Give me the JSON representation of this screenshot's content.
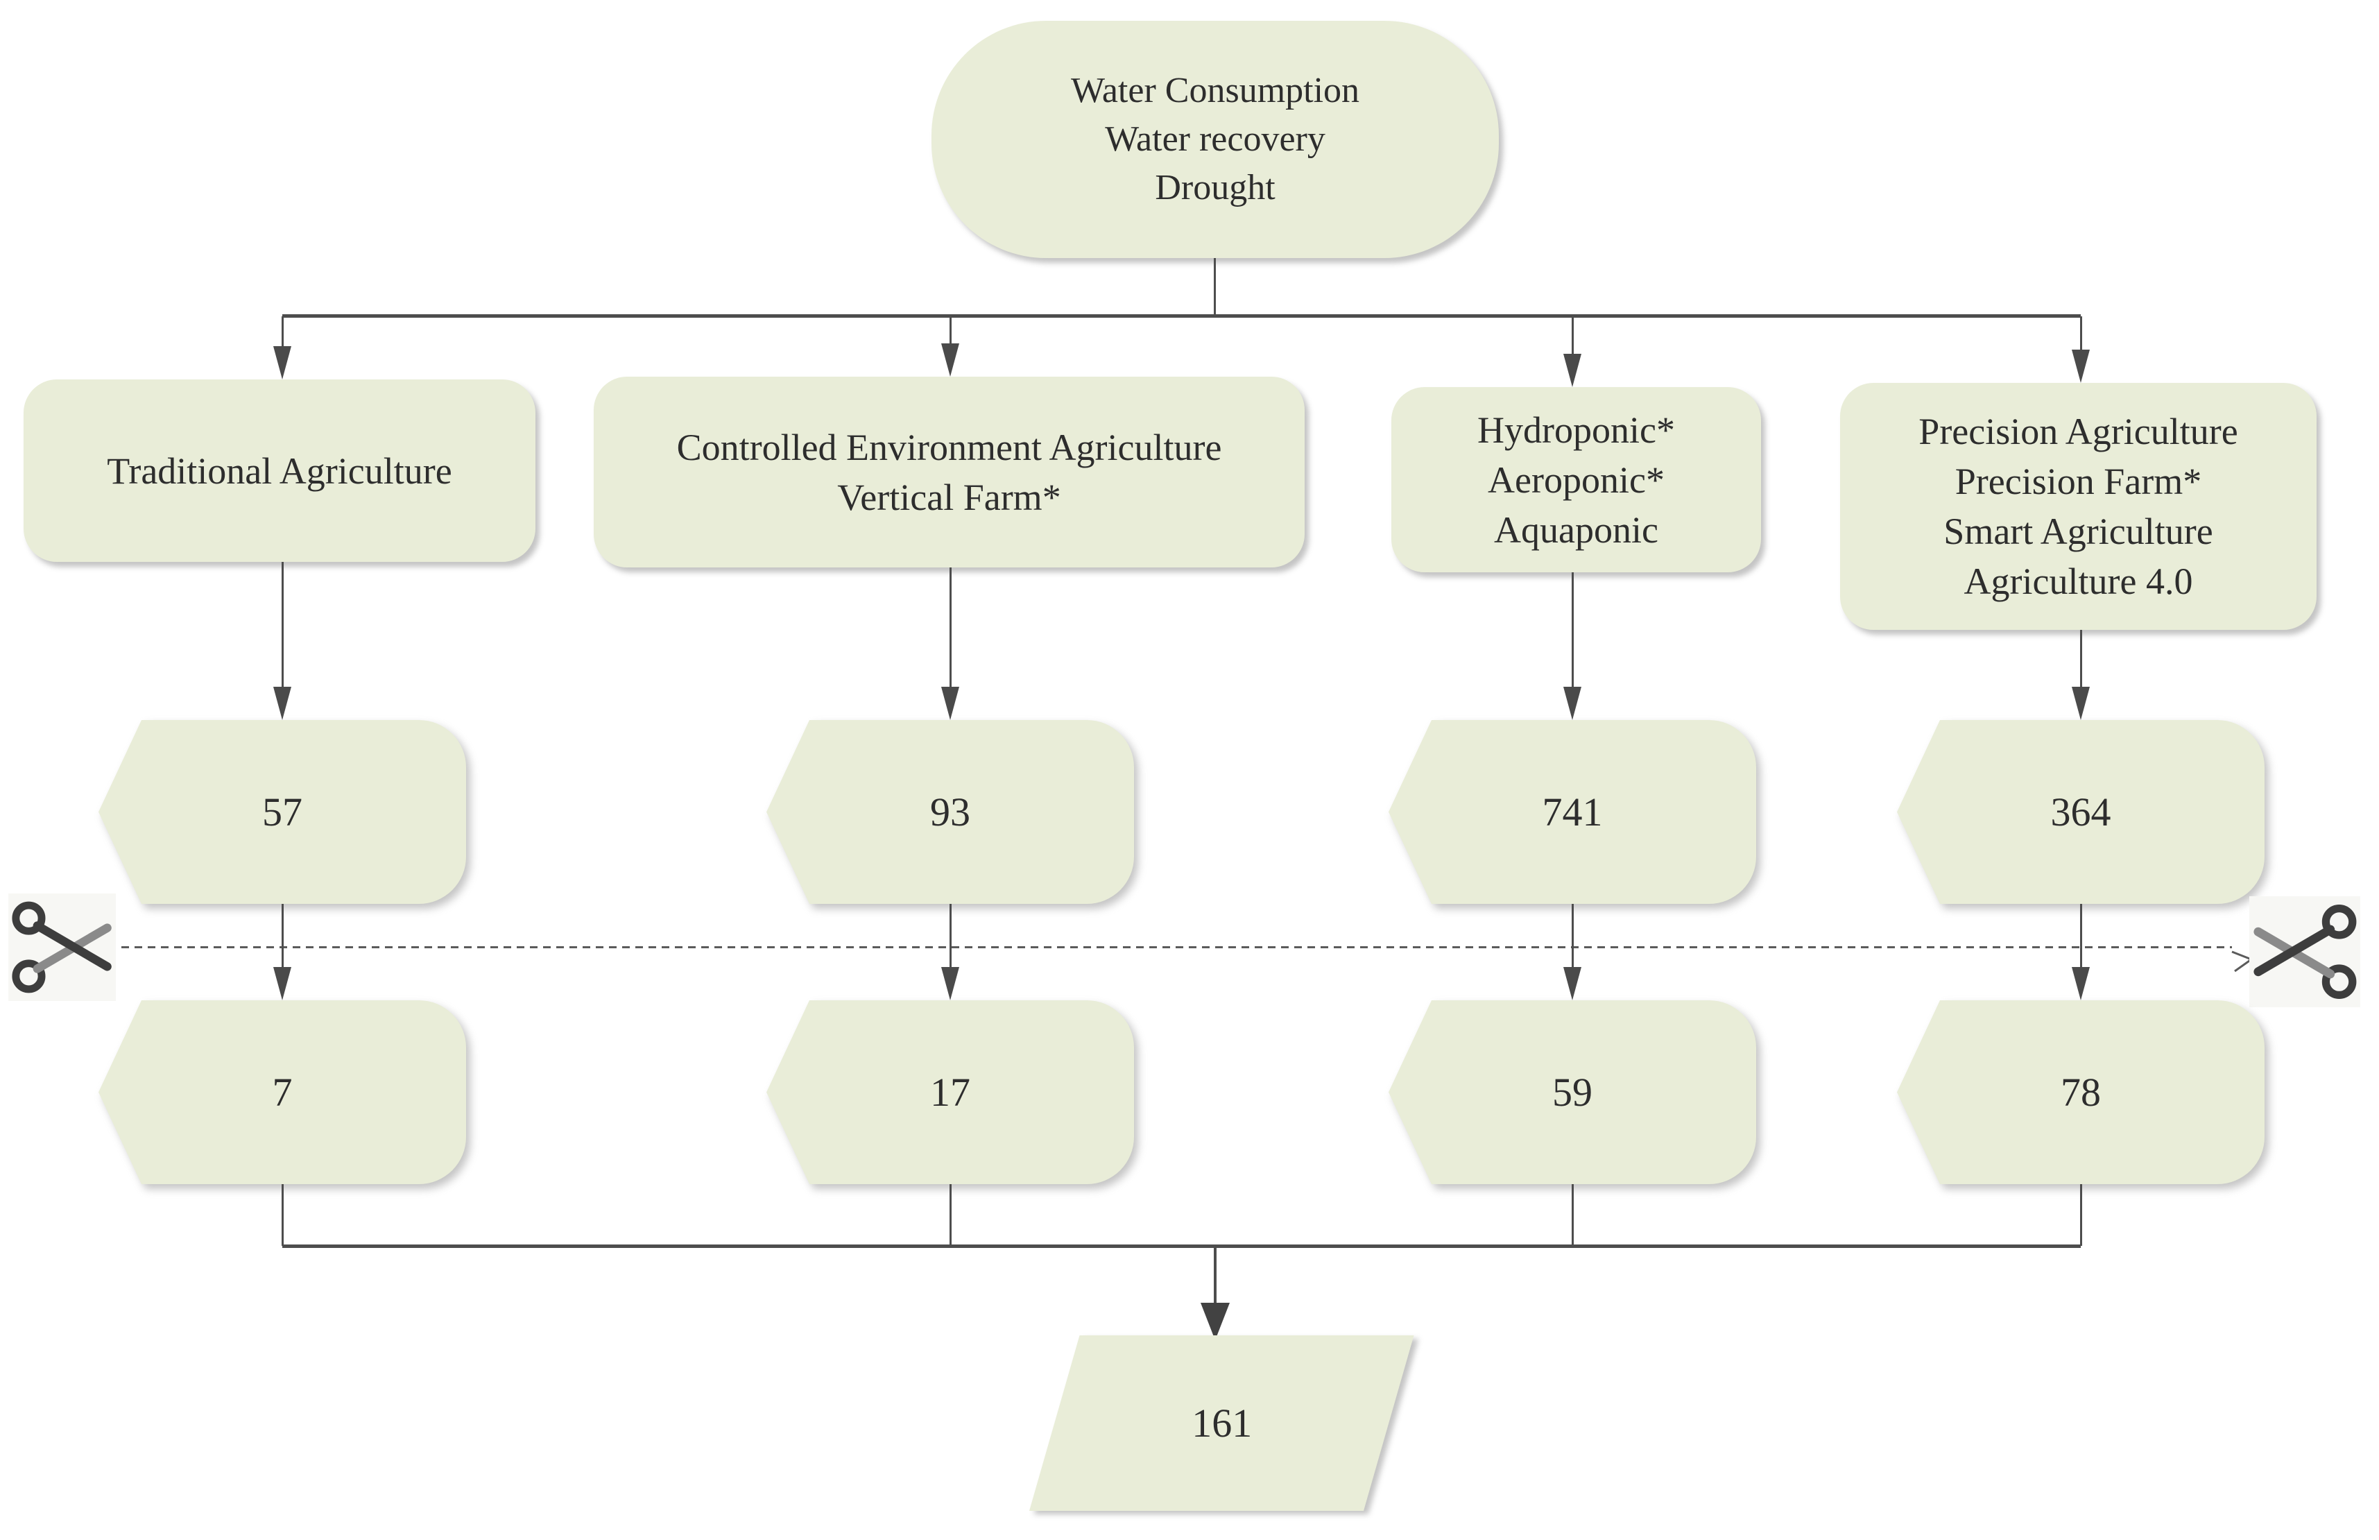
{
  "colors": {
    "node_fill": "#e9edd8",
    "connector": "#4d4d4d",
    "dash_line": "#5b5b5b",
    "text": "#2d2d2d"
  },
  "flow": {
    "root": {
      "lines": [
        "Water Consumption",
        "Water recovery",
        "Drought"
      ]
    },
    "branches": [
      {
        "lines": [
          "Traditional Agriculture"
        ],
        "stage1": "57",
        "stage2": "7"
      },
      {
        "lines": [
          "Controlled Environment Agriculture",
          "Vertical Farm*"
        ],
        "stage1": "93",
        "stage2": "17"
      },
      {
        "lines": [
          "Hydroponic*",
          "Aeroponic*",
          "Aquaponic"
        ],
        "stage1": "741",
        "stage2": "59"
      },
      {
        "lines": [
          "Precision Agriculture",
          "Precision Farm*",
          "Smart Agriculture",
          "Agriculture 4.0"
        ],
        "stage1": "364",
        "stage2": "78"
      }
    ],
    "final": {
      "value": "161"
    },
    "icons": {
      "left": "scissors-icon",
      "right": "scissors-icon"
    }
  }
}
